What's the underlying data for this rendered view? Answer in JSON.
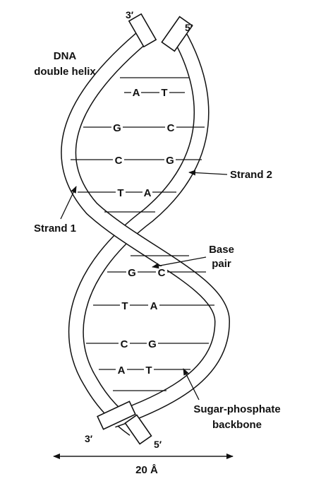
{
  "title_line1": "DNA",
  "title_line2": "double helix",
  "labels": {
    "strand1": "Strand 1",
    "strand2": "Strand 2",
    "base_pair_line1": "Base",
    "base_pair_line2": "pair",
    "backbone_line1": "Sugar-phosphate",
    "backbone_line2": "backbone",
    "width": "20 Å"
  },
  "ends": {
    "top_left": "3′",
    "top_right": "5′",
    "bottom_left": "3′",
    "bottom_right": "5′"
  },
  "base_pairs": [
    {
      "left": "A",
      "right": "T"
    },
    {
      "left": "G",
      "right": "C"
    },
    {
      "left": "C",
      "right": "G"
    },
    {
      "left": "T",
      "right": "A"
    },
    {
      "left": "G",
      "right": "C"
    },
    {
      "left": "T",
      "right": "A"
    },
    {
      "left": "C",
      "right": "G"
    },
    {
      "left": "A",
      "right": "T"
    }
  ]
}
